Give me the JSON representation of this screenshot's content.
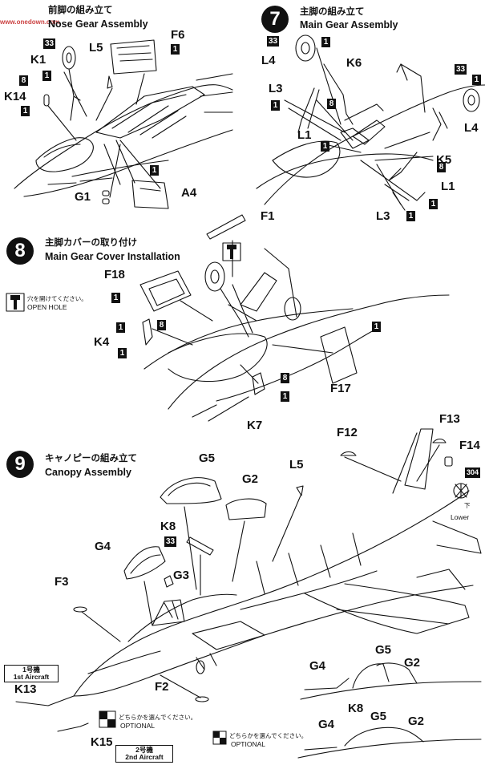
{
  "watermark": "www.onedown.com",
  "step6": {
    "title_jp": "前脚の組み立て",
    "title_en": "Nose Gear Assembly"
  },
  "step7": {
    "number": "7",
    "title_jp": "主脚の組み立て",
    "title_en": "Main Gear Assembly"
  },
  "step8": {
    "number": "8",
    "title_jp": "主脚カバーの取り付け",
    "title_en": "Main Gear Cover Installation"
  },
  "step9": {
    "number": "9",
    "title_jp": "キャノピーの組み立て",
    "title_en": "Canopy Assembly"
  },
  "open_hole": {
    "jp": "穴を開けてください。",
    "en": "OPEN HOLE"
  },
  "optional": {
    "jp": "どちらかを選んでください。",
    "en": "OPTIONAL"
  },
  "lower": {
    "jp": "下",
    "en": "Lower"
  },
  "aircraft1": {
    "jp": "1号機",
    "en": "1st Aircraft"
  },
  "aircraft2": {
    "jp": "2号機",
    "en": "2nd Aircraft"
  },
  "qty": {
    "one": "1",
    "eight": "8",
    "thirtythree": "33",
    "threezerofour": "304"
  },
  "parts": {
    "K1": "K1",
    "L5": "L5",
    "F6": "F6",
    "K14": "K14",
    "G1": "G1",
    "A4": "A4",
    "L4": "L4",
    "K6": "K6",
    "L3": "L3",
    "L1": "L1",
    "K5": "K5",
    "F1": "F1",
    "F18": "F18",
    "K4": "K4",
    "K7": "K7",
    "F17": "F17",
    "G5": "G5",
    "G2": "G2",
    "K8": "K8",
    "G4": "G4",
    "G3": "G3",
    "F3": "F3",
    "F2": "F2",
    "K13": "K13",
    "K15": "K15",
    "F12": "F12",
    "F13": "F13",
    "F14": "F14"
  }
}
